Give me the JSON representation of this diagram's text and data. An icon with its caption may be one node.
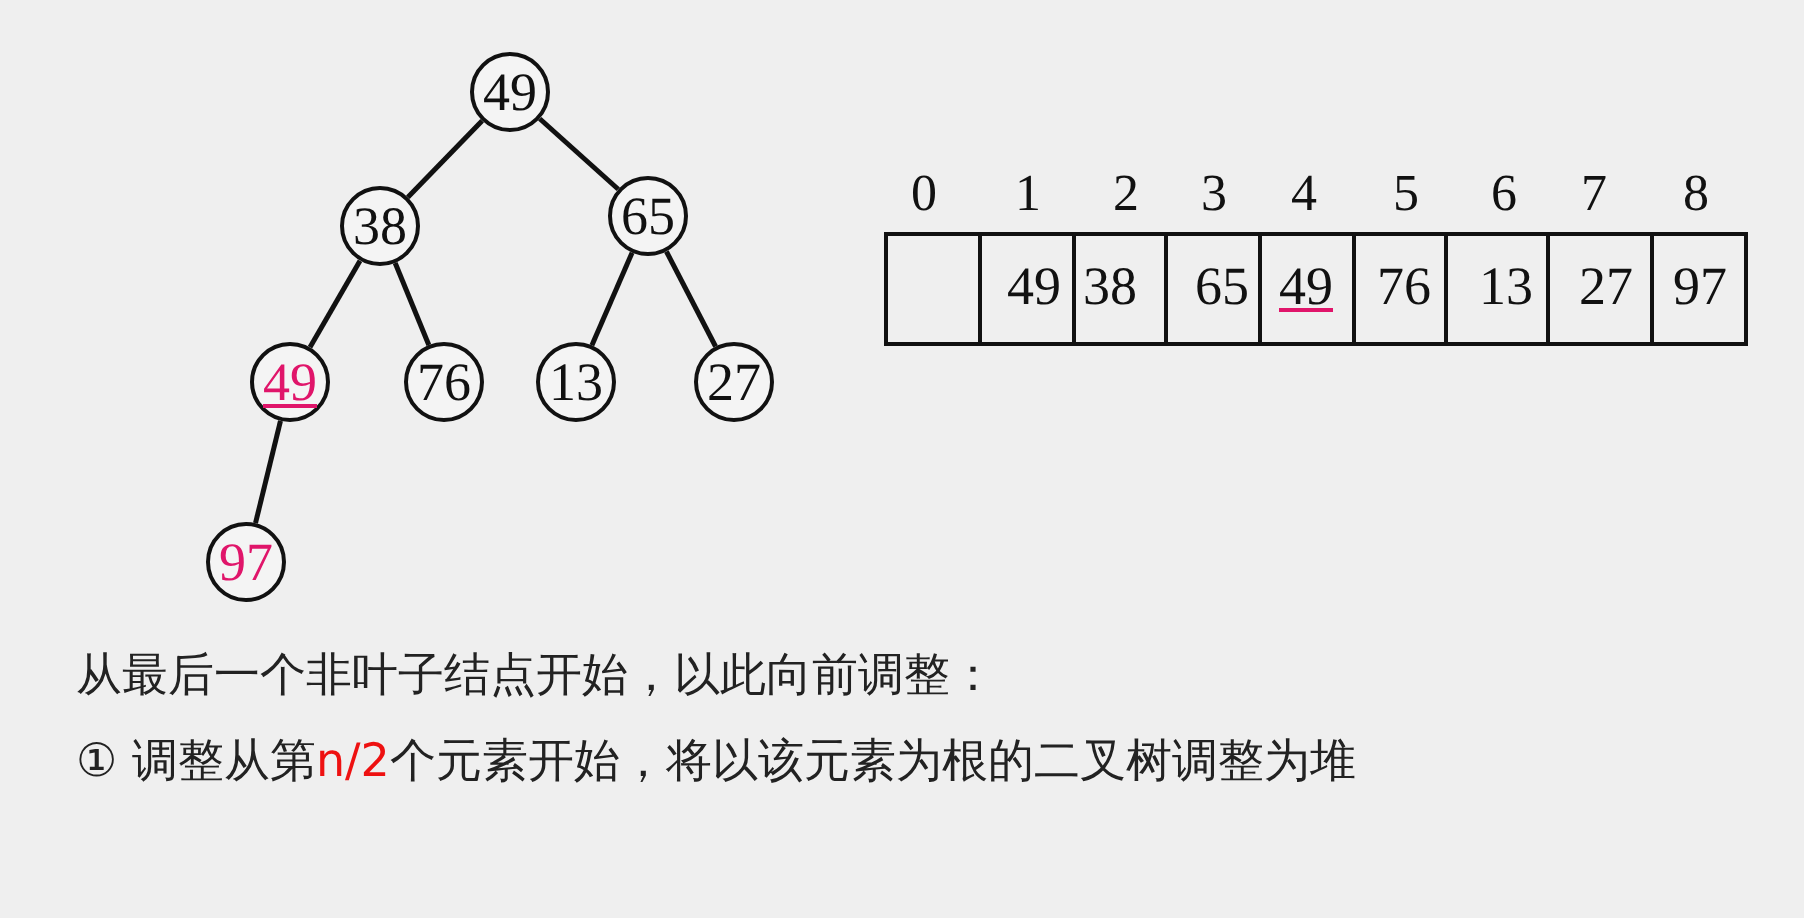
{
  "diagram": {
    "nodes": [
      {
        "text": [
          "49"
        ]
      },
      {
        "text": [
          "38"
        ]
      },
      {
        "text": [
          "65"
        ]
      },
      {
        "text": [
          "49"
        ]
      },
      {
        "text": [
          "76"
        ]
      },
      {
        "text": [
          "13"
        ]
      },
      {
        "text": [
          "27"
        ]
      },
      {
        "text": [
          "97"
        ]
      }
    ],
    "edges": [
      {
        "from": 0,
        "to": 1,
        "arrow": "none"
      },
      {
        "from": 0,
        "to": 2,
        "arrow": "none"
      },
      {
        "from": 1,
        "to": 3,
        "arrow": "none"
      },
      {
        "from": 1,
        "to": 4,
        "arrow": "none"
      },
      {
        "from": 2,
        "to": 5,
        "arrow": "none"
      },
      {
        "from": 2,
        "to": 6,
        "arrow": "none"
      },
      {
        "from": 3,
        "to": 7,
        "arrow": "none"
      }
    ],
    "labels": [
      "0",
      "1",
      "2",
      "3",
      "4",
      "5",
      "6",
      "7",
      "8",
      "49",
      "38",
      "65",
      "49",
      "76",
      "13",
      "27",
      "97",
      "从最后一个非叶子结点开始，以此向前调整：",
      "① 调整从第**n/2**个元素开始，将以该元素为根的二叉树调整为堆"
    ]
  }
}
